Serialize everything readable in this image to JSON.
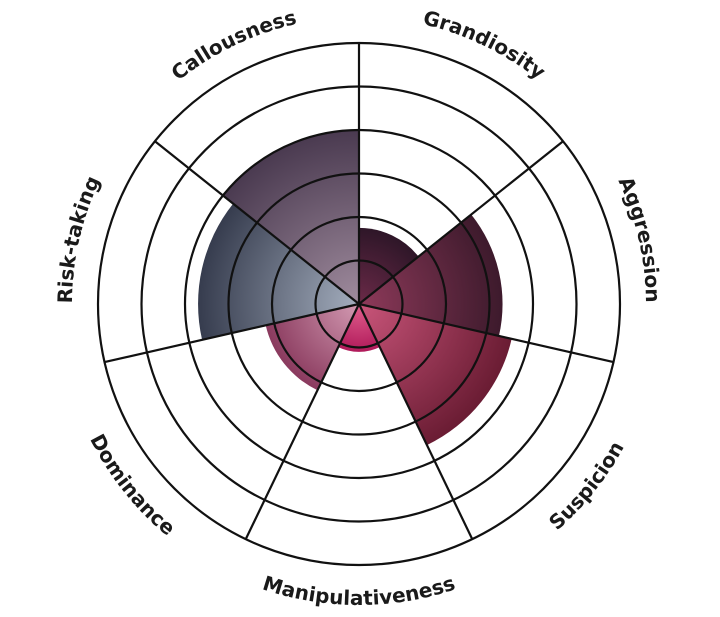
{
  "chart_data": {
    "type": "polar-area",
    "categories": [
      "Grandiosity",
      "Aggression",
      "Suspicion",
      "Manipulativeness",
      "Dominance",
      "Risk-taking",
      "Callousness"
    ],
    "values": [
      1.75,
      3.3,
      3.6,
      1.1,
      2.2,
      3.7,
      4.0
    ],
    "rlim": [
      0,
      6
    ],
    "ring_levels": [
      1,
      2,
      3,
      4,
      5,
      6
    ],
    "grid": true,
    "colors": {
      "Grandiosity": [
        "#6b2a48",
        "#2e1628"
      ],
      "Aggression": [
        "#8e3a5a",
        "#3d1a2c"
      ],
      "Suspicion": [
        "#c9557a",
        "#6a1c33"
      ],
      "Manipulativeness": [
        "#e2608e",
        "#b01a5a"
      ],
      "Dominance": [
        "#d39ab2",
        "#8a3a5e"
      ],
      "Risk-taking": [
        "#a4aebe",
        "#363c4e"
      ],
      "Callousness": [
        "#a08c9e",
        "#4a3a50"
      ]
    },
    "label_color": "#1a1a1a",
    "grid_color": "#111111"
  }
}
